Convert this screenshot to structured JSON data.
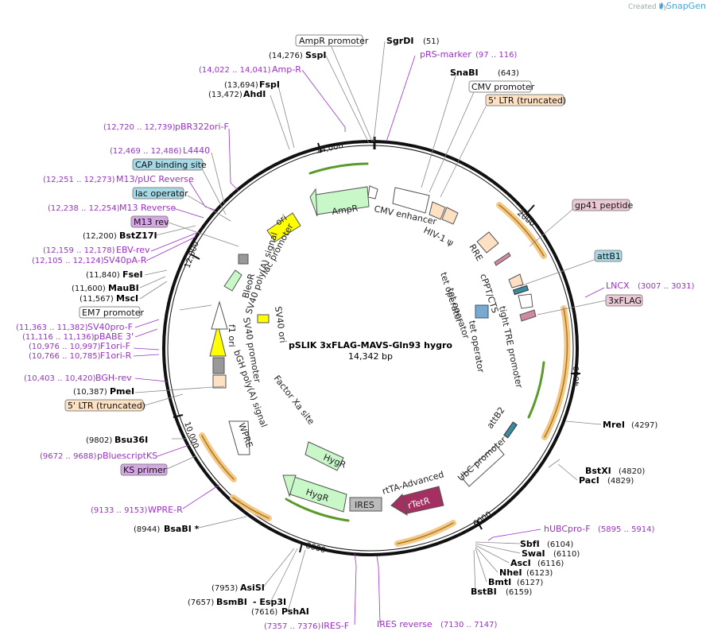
{
  "branding": {
    "created_by": "Created by",
    "name": "SnapGene"
  },
  "plasmid": {
    "name": "pSLIK 3xFLAG-MAVS-Gln93 hygro",
    "length": "14,342 bp"
  },
  "ruler": {
    "t2000": "2000",
    "t4000": "4000",
    "t6000": "6000",
    "t8000": "8000",
    "t10000": "10,000",
    "t12000": "12,000",
    "t14000": "14,000"
  },
  "labels": {
    "ampr_promoter": "AmpR promoter",
    "cmv_promoter": "CMV promoter",
    "ltr5_top": "5' LTR (truncated)",
    "cap_site": "CAP binding site",
    "lac_operator": "lac operator",
    "m13rev_feature": "M13 rev",
    "em7": "EM7 promoter",
    "ltr5_left": "5' LTR (truncated)",
    "ks_primer": "KS primer",
    "gp41": "gp41 peptide",
    "attb1": "attB1",
    "flag3x": "3xFLAG"
  },
  "features": {
    "ampr": "AmpR",
    "ori": "ori",
    "cmv_enhancer": "CMV enhancer",
    "hiv_psi": "HIV-1 ψ",
    "rre": "RRE",
    "cppt": "cPPT/CTS",
    "tight_tre": "tight TRE promoter",
    "tet_operator_1": "tet operator",
    "tet_operator_2": "tet operator",
    "tet_operator_3": "tet operator",
    "attb2": "attB2",
    "ubc_promoter": "UbC promoter",
    "rtetr": "rTetR",
    "rtta": "rtTA-Advanced",
    "ires": "IRES",
    "hygr_1": "HygR",
    "hygr_2": "HygR",
    "wpre": "WPRE",
    "f1_ori": "f1 ori",
    "sv40_promoter": "SV40 promoter",
    "bgh_polya": "bGH poly(A) signal",
    "bleor": "BleoR",
    "sv40_polya": "SV40 poly(A) signal",
    "lac_promoter": "lac promoter",
    "sv40_ori": "SV40 ori",
    "factor_xa": "Factor Xa site"
  },
  "enzymes": {
    "sgrdi": {
      "name": "SgrDI",
      "pos": "(51)"
    },
    "sspi": {
      "name": "SspI",
      "pos": "(14,276)"
    },
    "snabi": {
      "name": "SnaBI",
      "pos": "(643)"
    },
    "fspi": {
      "name": "FspI",
      "pos": "(13,694)"
    },
    "ahdi": {
      "name": "AhdI",
      "pos": "(13,472)"
    },
    "bstz17i": {
      "name": "BstZ17I",
      "pos": "(12,200)"
    },
    "fsei": {
      "name": "FseI",
      "pos": "(11,840)"
    },
    "maubi": {
      "name": "MauBI",
      "pos": "(11,600)"
    },
    "msci": {
      "name": "MscI",
      "pos": "(11,567)"
    },
    "pmei": {
      "name": "PmeI",
      "pos": "(10,387)"
    },
    "bsu36i": {
      "name": "Bsu36I",
      "pos": "(9802)"
    },
    "bsabi": {
      "name": "BsaBI *",
      "pos": "(8944)"
    },
    "asisi": {
      "name": "AsiSI",
      "pos": "(7953)"
    },
    "bsmbi": {
      "name": "BsmBI",
      "pos": "(7657)"
    },
    "esp3i": {
      "name": "- Esp3I"
    },
    "pshai": {
      "name": "PshAI",
      "pos": "(7616)"
    },
    "mrei": {
      "name": "MreI",
      "pos": "(4297)"
    },
    "bstxi": {
      "name": "BstXI",
      "pos": "(4820)"
    },
    "paci": {
      "name": "PacI",
      "pos": "(4829)"
    },
    "sbfi": {
      "name": "SbfI",
      "pos": "(6104)"
    },
    "swai": {
      "name": "SwaI",
      "pos": "(6110)"
    },
    "asci": {
      "name": "AscI",
      "pos": "(6116)"
    },
    "nhei": {
      "name": "NheI",
      "pos": "(6123)"
    },
    "bmti": {
      "name": "BmtI",
      "pos": "(6127)"
    },
    "bstbi": {
      "name": "BstBI",
      "pos": "(6159)"
    }
  },
  "primers": {
    "prs_marker": {
      "name": "pRS-marker",
      "pos": "(97 .. 116)"
    },
    "ampr": {
      "name": "Amp-R",
      "pos": "(14,022 .. 14,041)"
    },
    "pbr322": {
      "name": "pBR322ori-F",
      "pos": "(12,720 .. 12,739)"
    },
    "l4440": {
      "name": "L4440",
      "pos": "(12,469 .. 12,486)"
    },
    "m13puc": {
      "name": "M13/pUC Reverse",
      "pos": "(12,251 .. 12,273)"
    },
    "m13rev": {
      "name": "M13 Reverse",
      "pos": "(12,238 .. 12,254)"
    },
    "ebv": {
      "name": "EBV-rev",
      "pos": "(12,159 .. 12,178)"
    },
    "sv40pa": {
      "name": "SV40pA-R",
      "pos": "(12,105 .. 12,124)"
    },
    "sv40pro": {
      "name": "SV40pro-F",
      "pos": "(11,363 .. 11,382)"
    },
    "pbabe": {
      "name": "pBABE 3'",
      "pos": "(11,116 .. 11,136)"
    },
    "f1ori_f": {
      "name": "F1ori-F",
      "pos": "(10,976 .. 10,997)"
    },
    "f1ori_r": {
      "name": "F1ori-R",
      "pos": "(10,766 .. 10,785)"
    },
    "bgh": {
      "name": "BGH-rev",
      "pos": "(10,403 .. 10,420)"
    },
    "pbluescript": {
      "name": "pBluescriptKS",
      "pos": "(9672 .. 9688)"
    },
    "wpre_r": {
      "name": "WPRE-R",
      "pos": "(9133 .. 9153)"
    },
    "ires_f": {
      "name": "IRES-F",
      "pos": "(7357 .. 7376)"
    },
    "ires_reverse": {
      "name": "IRES reverse",
      "pos": "(7130 .. 7147)"
    },
    "hubcpro": {
      "name": "hUBCpro-F",
      "pos": "(5895 .. 5914)"
    },
    "lncx": {
      "name": "LNCX",
      "pos": "(3007 .. 3031)"
    }
  }
}
